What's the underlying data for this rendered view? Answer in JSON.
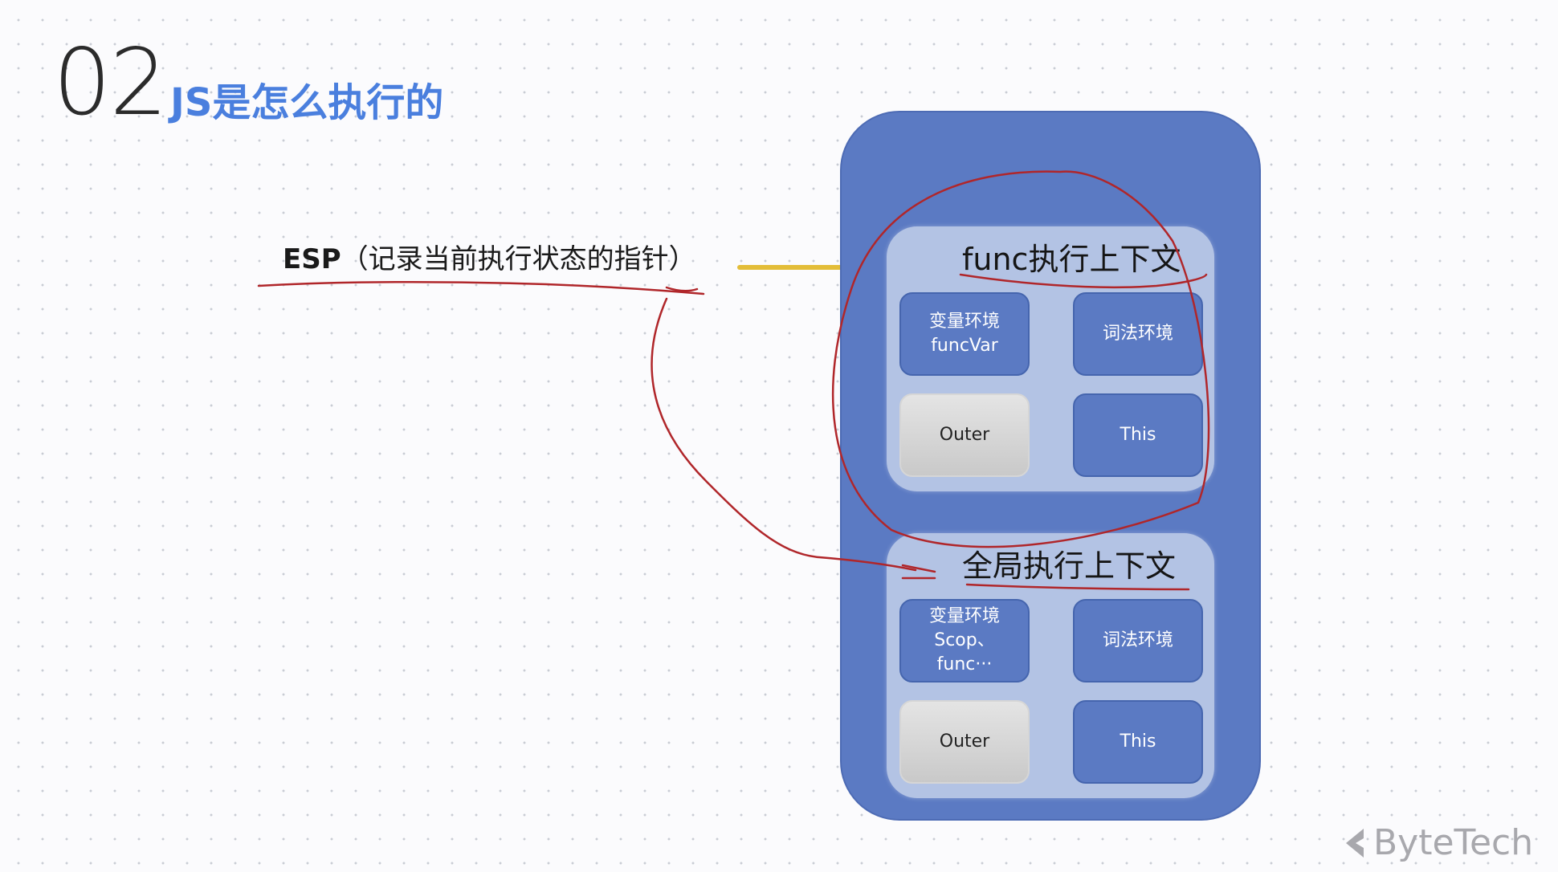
{
  "slide": {
    "number": "02",
    "title": "JS是怎么执行的"
  },
  "esp": {
    "name": "ESP",
    "description": "（记录当前执行状态的指针）"
  },
  "contexts": {
    "func": {
      "title": "func执行上下文",
      "variable_env": [
        "变量环境",
        "funcVar"
      ],
      "lexical_env": "词法环境",
      "outer": "Outer",
      "this": "This"
    },
    "global": {
      "title": "全局执行上下文",
      "variable_env": [
        "变量环境",
        "Scop、",
        "func···"
      ],
      "lexical_env": "词法环境",
      "outer": "Outer",
      "this": "This"
    }
  },
  "logo": {
    "text": "ByteTech"
  },
  "colors": {
    "title_blue": "#4a7fde",
    "stack_blue": "#5b7ac3",
    "context_light": "#b3c3e4",
    "pointer_yellow": "#e3bd38",
    "annotation_red": "#b0262a"
  }
}
